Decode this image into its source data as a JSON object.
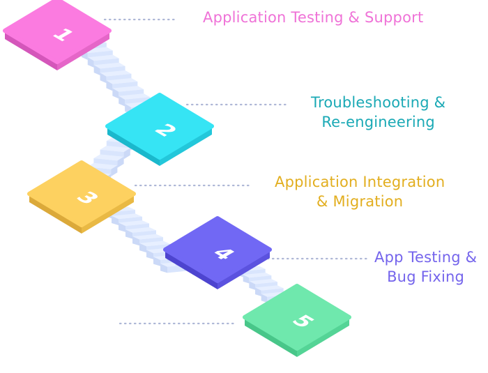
{
  "colors": {
    "stair_top": "#e7efff",
    "stair_left": "#cbd9f7",
    "stair_front": "#d9e5fd",
    "dots": "#aeb7d6"
  },
  "steps": [
    {
      "number": "1",
      "lines": [
        "Application Testing & Support"
      ],
      "top": "#fb7be0",
      "side_left": "#d456ba",
      "side_right": "#e566c8",
      "text_color": "#ef72d7"
    },
    {
      "number": "2",
      "lines": [
        "Troubleshooting &",
        "Re-engineering"
      ],
      "top": "#36e4f4",
      "side_left": "#1ab8cc",
      "side_right": "#23c7da",
      "text_color": "#1aa9b5"
    },
    {
      "number": "3",
      "lines": [
        "Application Integration",
        "& Migration"
      ],
      "top": "#fdd160",
      "side_left": "#dba93a",
      "side_right": "#e9b944",
      "text_color": "#e2ae1f"
    },
    {
      "number": "4",
      "lines": [
        "App Testing &",
        "Bug Fixing"
      ],
      "top": "#7168f4",
      "side_left": "#4d44cf",
      "side_right": "#5b52df",
      "text_color": "#7464ec"
    },
    {
      "number": "5",
      "lines": [
        ""
      ],
      "top": "#6fe8ad",
      "side_left": "#48c689",
      "side_right": "#54d496",
      "text_color": "#4dc98e"
    }
  ]
}
